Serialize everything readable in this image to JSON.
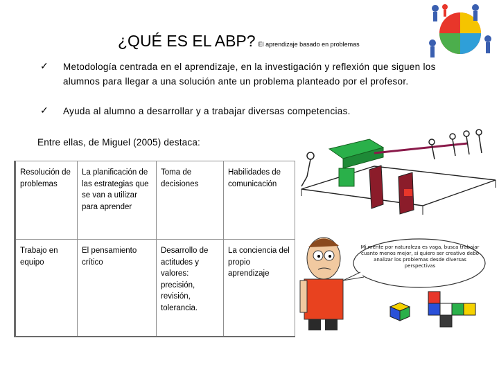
{
  "header": {
    "title": "¿QUÉ ES EL ABP?",
    "subtitle": "El aprendizaje basado en problemas"
  },
  "bullets": [
    {
      "icon": "checkmark-icon",
      "mark": "✓",
      "text": "Metodología centrada en el aprendizaje, en la investigación y reflexión que siguen los alumnos para llegar a una solución ante un problema planteado por el profesor."
    },
    {
      "icon": "checkmark-icon",
      "mark": "✓",
      "text": "Ayuda al alumno a desarrollar y a trabajar diversas competencias."
    }
  ],
  "intro": "Entre ellas, de Miguel (2005) destaca:",
  "table": {
    "rows": [
      [
        "Resolución de problemas",
        "La planificación de las estrategias que se van a utilizar para aprender",
        "Toma de decisiones",
        "Habilidades de comunicación"
      ],
      [
        "Trabajo en equipo",
        "El pensamiento crítico",
        " Desarrollo de actitudes y valores: precisión, revisión, tolerancia.",
        "La conciencia del propio aprendizaje"
      ]
    ]
  },
  "cartoon": {
    "speech": "Mi mente por naturaleza es vaga, busca trabajar cuanto menos mejor, si quiero ser creativo debo analizar los problemas desde diversas perspectivas"
  },
  "colors": {
    "puzzle": [
      "#e8362a",
      "#f5c400",
      "#2f9fd8",
      "#4cae4c"
    ],
    "platform": "#2ab04a",
    "cube": [
      "#e8362a",
      "#2a50d8",
      "#2ab04a",
      "#f5d200",
      "#3a3a3a",
      "#ffffff"
    ]
  }
}
